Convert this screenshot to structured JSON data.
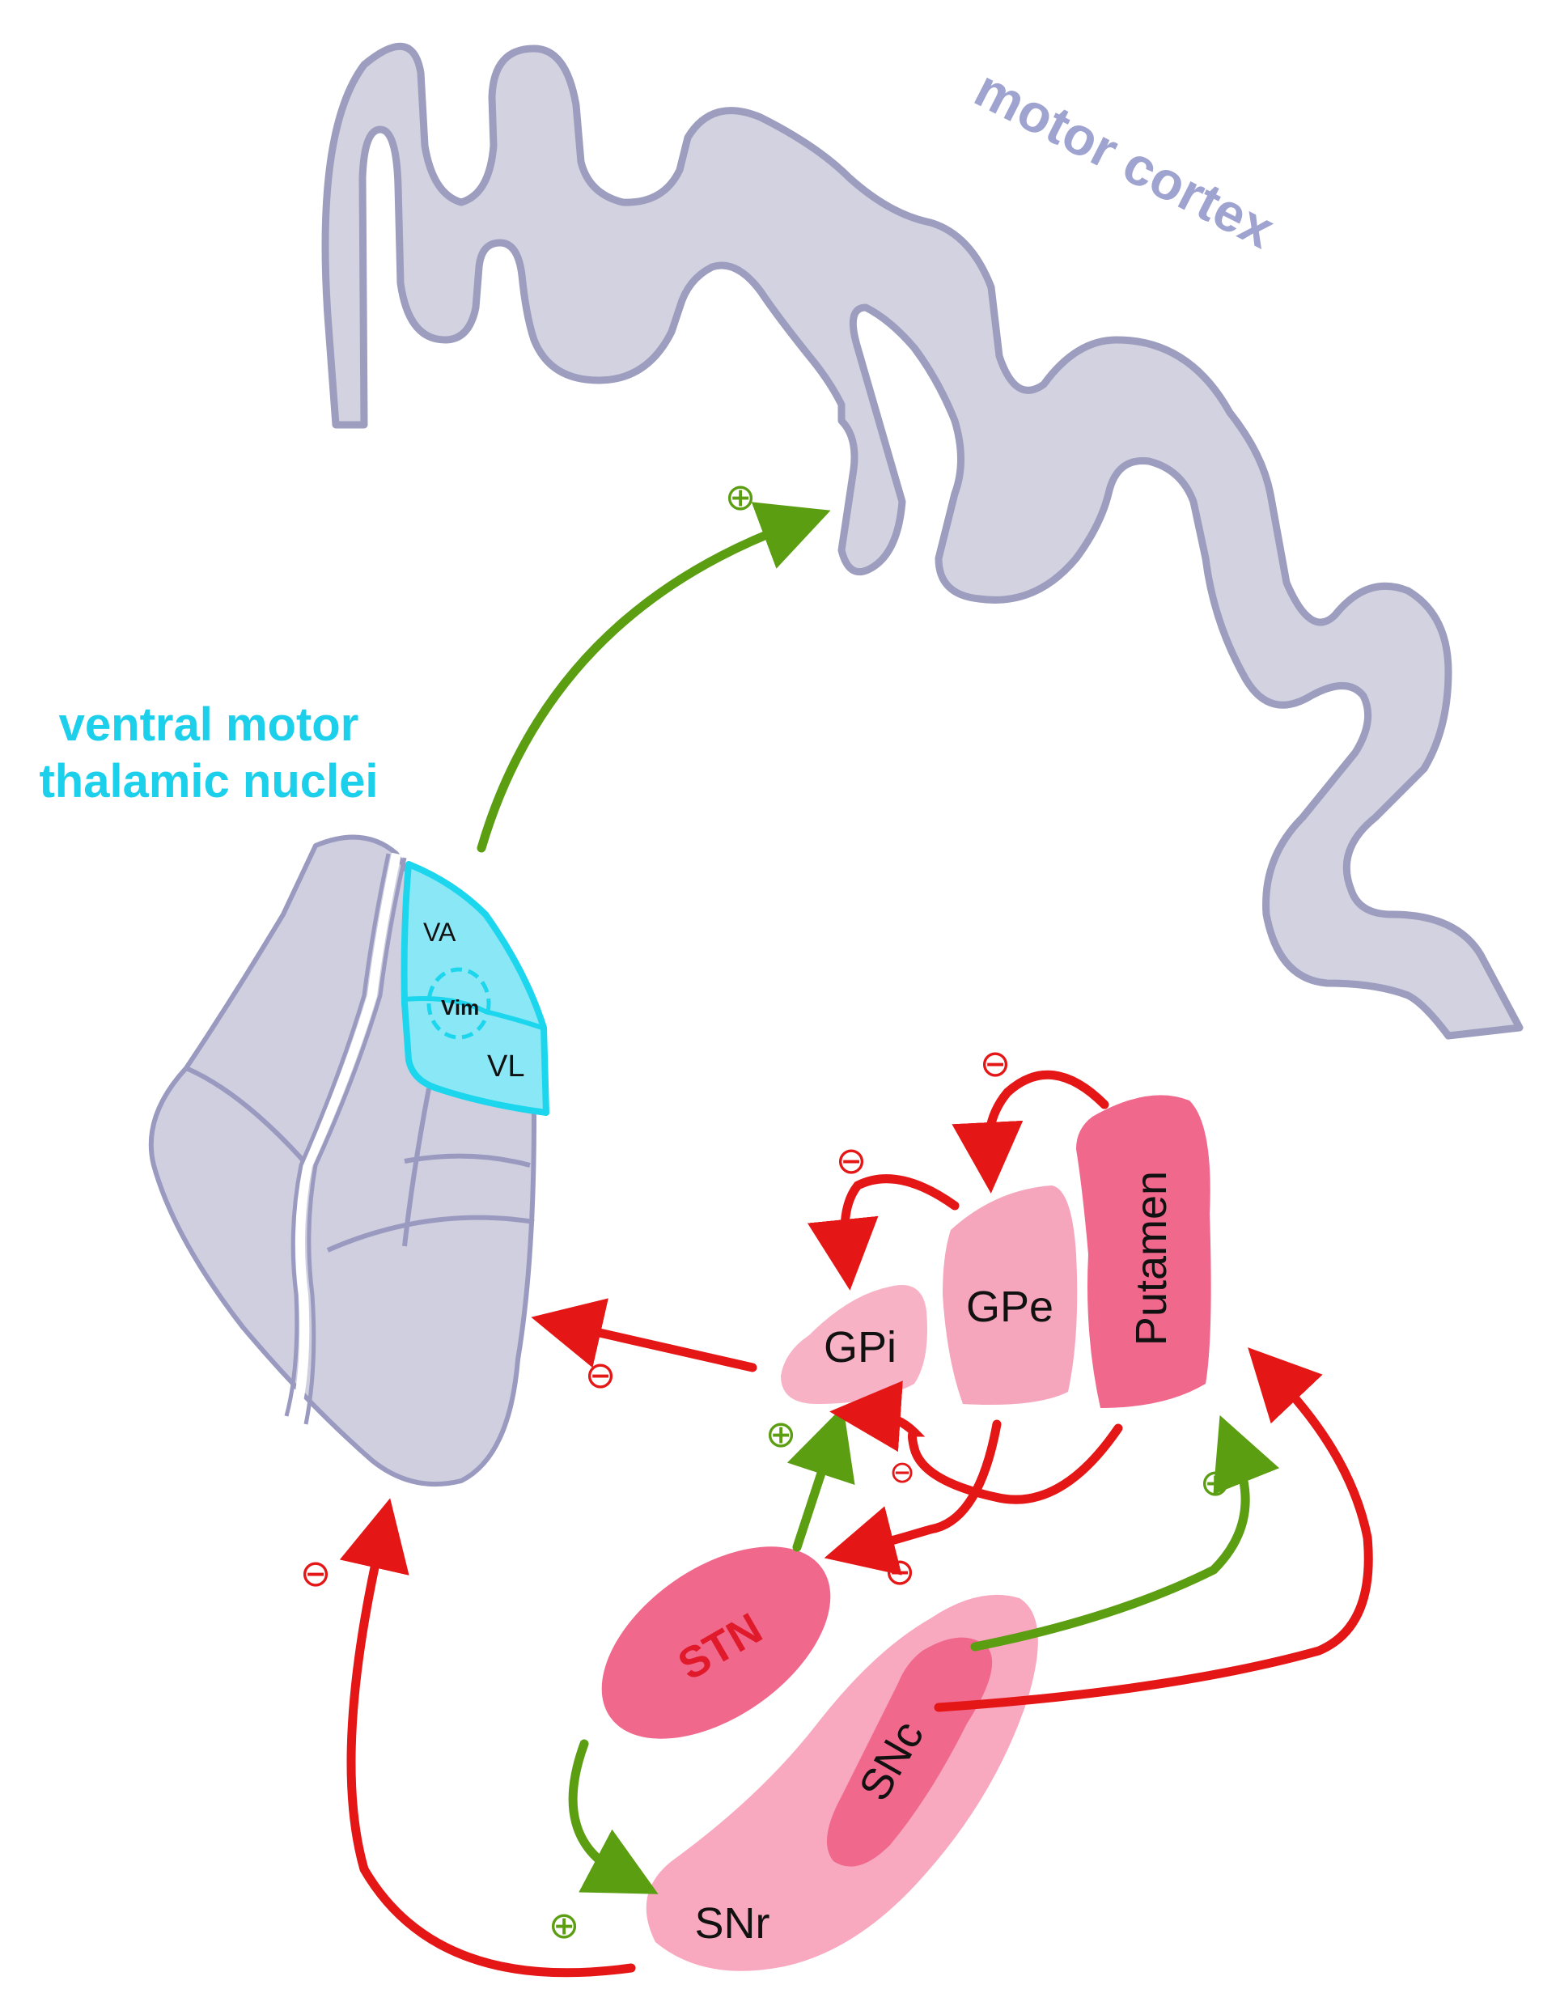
{
  "labels": {
    "motor_cortex": "motor cortex",
    "thalamus_title_line1": "ventral motor",
    "thalamus_title_line2": "thalamic nuclei",
    "va": "VA",
    "vim": "Vim",
    "vl": "VL",
    "putamen": "Putamen",
    "gpe": "GPe",
    "gpi": "GPi",
    "stn": "STN",
    "snc": "SNc",
    "snr": "SNr"
  },
  "signs": {
    "excitatory": "⊕",
    "inhibitory": "⊖"
  },
  "colors": {
    "cortex_fill": "#d2d2e0",
    "cortex_stroke": "#9d9dbf",
    "cortex_label": "#9fa3cf",
    "thalamus_fill": "#cfcfe0",
    "thalamus_stroke": "#9a9ac0",
    "motor_nuclei_fill": "#8ae7f5",
    "motor_nuclei_stroke": "#1cd6ee",
    "thalamus_label": "#1cd0ec",
    "excitatory": "#5b9e12",
    "inhibitory": "#e51616",
    "putamen": "#f0688c",
    "gpe": "#f6a6bc",
    "gpi": "#f8b2c6",
    "stn": "#f0688c",
    "sn_outer": "#f8a9bf",
    "snc": "#f0688c",
    "stn_label": "#e01a2a"
  }
}
